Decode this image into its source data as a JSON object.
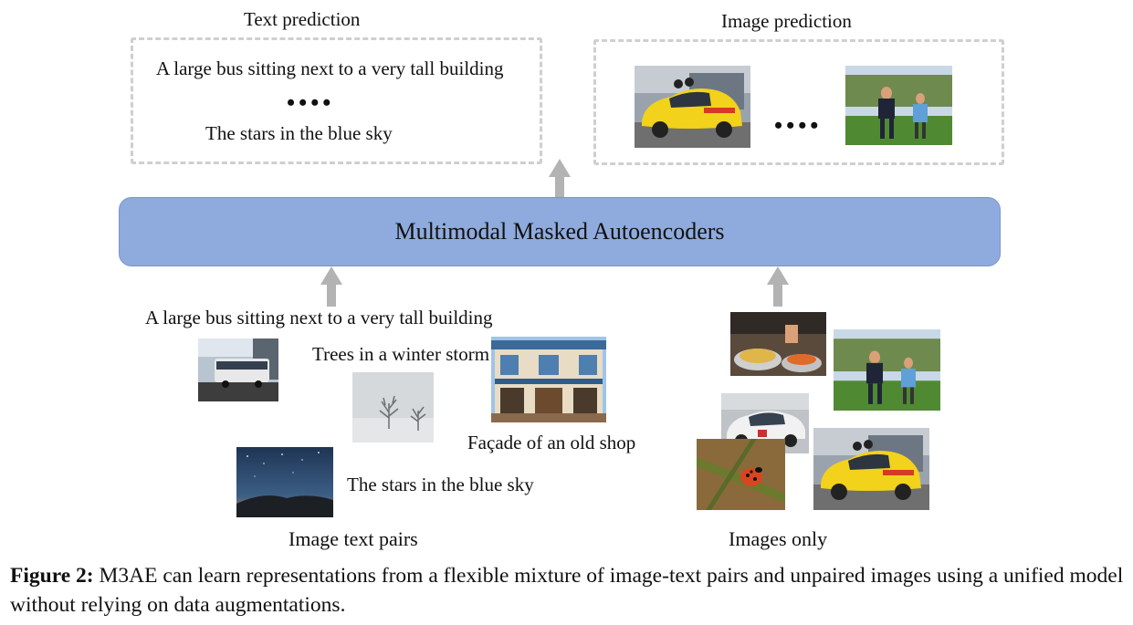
{
  "top": {
    "text_prediction": {
      "title": "Text prediction",
      "line1": "A large bus sitting next to a very tall building",
      "dots": "••••",
      "line2": "The stars in the blue sky"
    },
    "image_prediction": {
      "title": "Image prediction",
      "dots": "••••"
    }
  },
  "model": {
    "label": "Multimodal Masked Autoencoders"
  },
  "bottom": {
    "pairs": {
      "caption_bus": "A large bus sitting next to a very tall building",
      "caption_trees": "Trees in a winter storm",
      "caption_shop": "Façade of an old shop",
      "caption_stars": "The stars in the blue sky",
      "group_label": "Image text pairs"
    },
    "images_only": {
      "group_label": "Images only"
    }
  },
  "caption": {
    "prefix": "Figure 2:",
    "text": " M3AE can learn representations from a flexible mixture of image-text pairs and unpaired images using a unified model without relying on data augmentations."
  },
  "colors": {
    "model_fill": "#8faadc",
    "arrow": "#b3b3b3",
    "dashed_border": "#cfcfcf"
  }
}
